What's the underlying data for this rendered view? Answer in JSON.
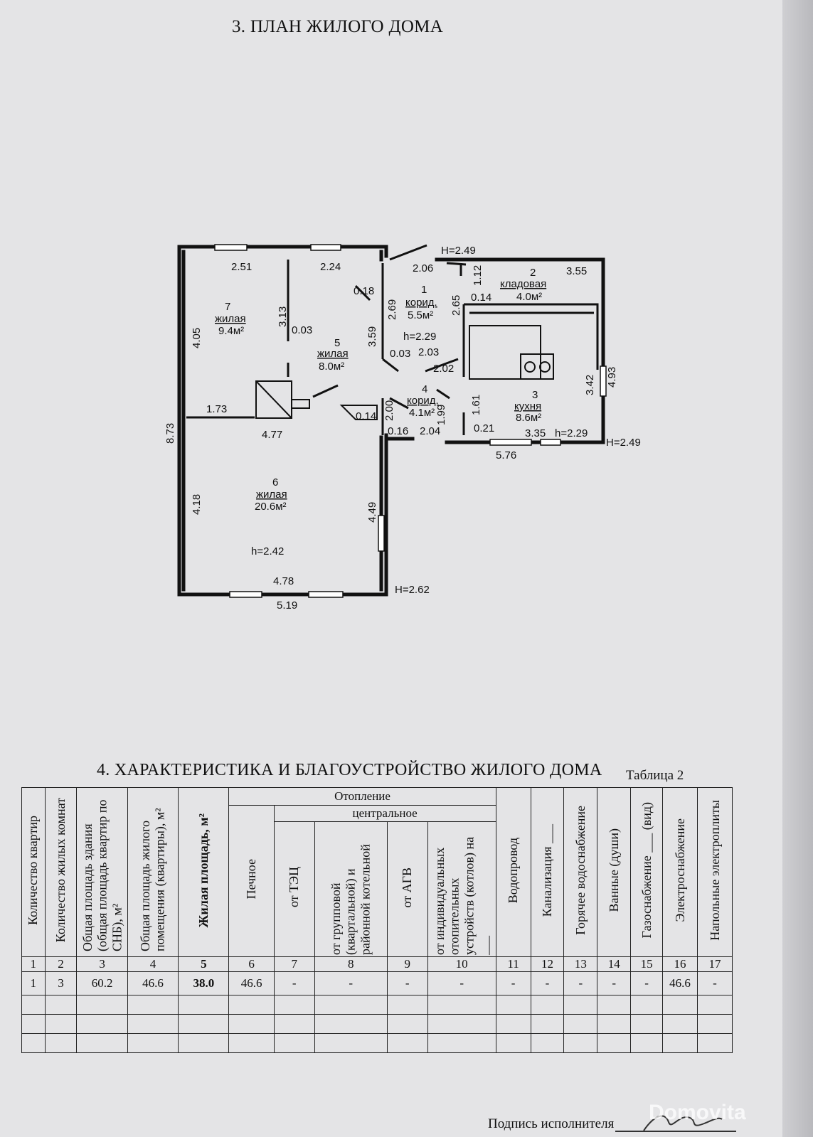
{
  "plan": {
    "title": "3. ПЛАН ЖИЛОГО ДОМА",
    "rooms": [
      {
        "num": "1",
        "name": "корид.",
        "area": "5.5м²"
      },
      {
        "num": "2",
        "name": "кладовая",
        "area": "4.0м²"
      },
      {
        "num": "3",
        "name": "кухня",
        "area": "8.6м²"
      },
      {
        "num": "4",
        "name": "корид.",
        "area": "4.1м²"
      },
      {
        "num": "5",
        "name": "жилая",
        "area": "8.0м²"
      },
      {
        "num": "6",
        "name": "жилая",
        "area": "20.6м²"
      },
      {
        "num": "7",
        "name": "жилая",
        "area": "9.4м²"
      }
    ],
    "dims": {
      "d251": "2.51",
      "d224": "2.24",
      "d206": "2.06",
      "d355": "3.55",
      "d018": "0.18",
      "d313": "3.13",
      "d405": "4.05",
      "d003a": "0.03",
      "d269": "2.69",
      "d359": "3.59",
      "d112": "1.12",
      "d014a": "0.14",
      "d265": "2.65",
      "d003b": "0.03",
      "d203": "2.03",
      "d202": "2.02",
      "d342": "3.42",
      "d493": "4.93",
      "d173": "1.73",
      "d014b": "0.14",
      "d200": "2.00",
      "d199": "1.99",
      "d161": "1.61",
      "d477": "4.77",
      "d016": "0.16",
      "d204": "2.04",
      "d021": "0.21",
      "d335": "3.35",
      "d576": "5.76",
      "d873": "8.73",
      "d418": "4.18",
      "d449": "4.49",
      "d478": "4.78",
      "d519": "5.19"
    },
    "heights": {
      "H_top": "H=2.49",
      "h_corr": "h=2.29",
      "h_kitchen": "h=2.29",
      "H_right": "H=2.49",
      "h_living": "h=2.42",
      "H_bottom": "H=2.62"
    }
  },
  "characteristics": {
    "title": "4. ХАРАКТЕРИСТИКА И БЛАГОУСТРОЙСТВО ЖИЛОГО ДОМА",
    "table_label": "Таблица 2",
    "group_heating": "Отопление",
    "group_central": "центральное",
    "columns": [
      "Количество квартир",
      "Количество жилых комнат",
      "Общая площадь здания (общая площадь квартир по СНБ), м²",
      "Общая площадь жилого помещения (квартиры), м²",
      "Жилая площадь, м²",
      "Печное",
      "от ТЭЦ",
      "от групповой (квартальной) и районной котельной",
      "от АГВ",
      "от индивидуальных отопительных устройств (котлов) на ___",
      "Водопровод",
      "Канализация ___",
      "Горячее водоснабжение",
      "Ванные (души)",
      "Газоснабжение ___ (вид)",
      "Электроснабжение",
      "Напольные электроплиты"
    ],
    "numbers": [
      "1",
      "2",
      "3",
      "4",
      "5",
      "6",
      "7",
      "8",
      "9",
      "10",
      "11",
      "12",
      "13",
      "14",
      "15",
      "16",
      "17"
    ],
    "values": [
      "1",
      "3",
      "60.2",
      "46.6",
      "38.0",
      "46.6",
      "-",
      "-",
      "-",
      "-",
      "-",
      "-",
      "-",
      "-",
      "-",
      "46.6",
      "-"
    ]
  },
  "signature": {
    "label": "Подпись исполнителя"
  },
  "watermark": "Domovita"
}
